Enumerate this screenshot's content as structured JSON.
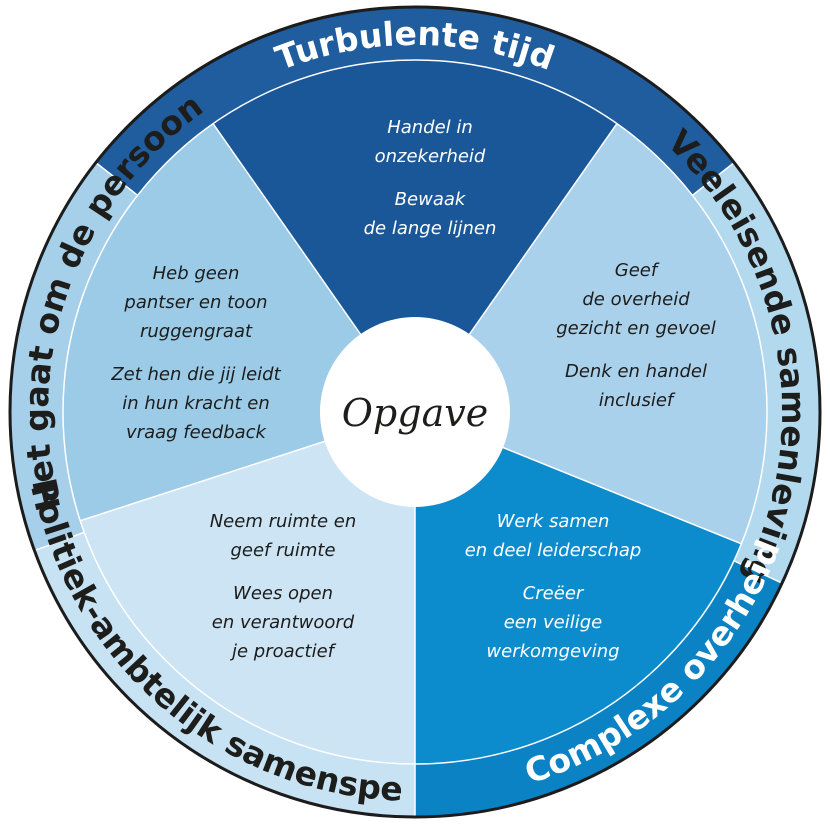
{
  "center": {
    "label": "Opgave"
  },
  "colors": {
    "outline": "#1c1c1c",
    "top_outer": "#1f5d9e",
    "top_inner": "#1a5799",
    "bottom_right_outer": "#0a82c4",
    "bottom_right_inner": "#0c8bcd",
    "right_outer": "#b3d9ef",
    "right_inner": "#a9d1ec",
    "left_outer": "#a6cfe9",
    "left_inner": "#9ccbe8",
    "bottom_left_outer": "#c6e2f3",
    "bottom_left_inner": "#cde4f4",
    "text_dark": "#1d1d1b",
    "text_light": "#ffffff"
  },
  "segments": [
    {
      "id": "top",
      "ring_label": "Turbulente tijd",
      "lines": [
        "Handel in",
        "onzekerheid",
        "",
        "Bewaak",
        "de lange lijnen"
      ]
    },
    {
      "id": "right",
      "ring_label": "Veeleisende samenleving",
      "lines": [
        "Geef",
        "de overheid",
        "gezicht en gevoel",
        "",
        "Denk en handel",
        "inclusief"
      ]
    },
    {
      "id": "bottom-right",
      "ring_label": "Complexe overheid",
      "lines": [
        "Werk samen",
        "en deel leiderschap",
        "",
        "Creëer",
        "een veilige",
        "werkomgeving"
      ]
    },
    {
      "id": "bottom-left",
      "ring_label": "Politiek-ambtelijk samenspel",
      "lines": [
        "Neem ruimte en",
        "geef ruimte",
        "",
        "Wees open",
        "en verantwoord",
        "je proactief"
      ]
    },
    {
      "id": "left",
      "ring_label": "Het gaat om de persoon",
      "lines": [
        "Heb geen",
        "pantser en toon",
        "ruggengraat",
        "",
        "Zet hen die jij leidt",
        "in hun kracht en",
        "vraag feedback"
      ]
    }
  ]
}
